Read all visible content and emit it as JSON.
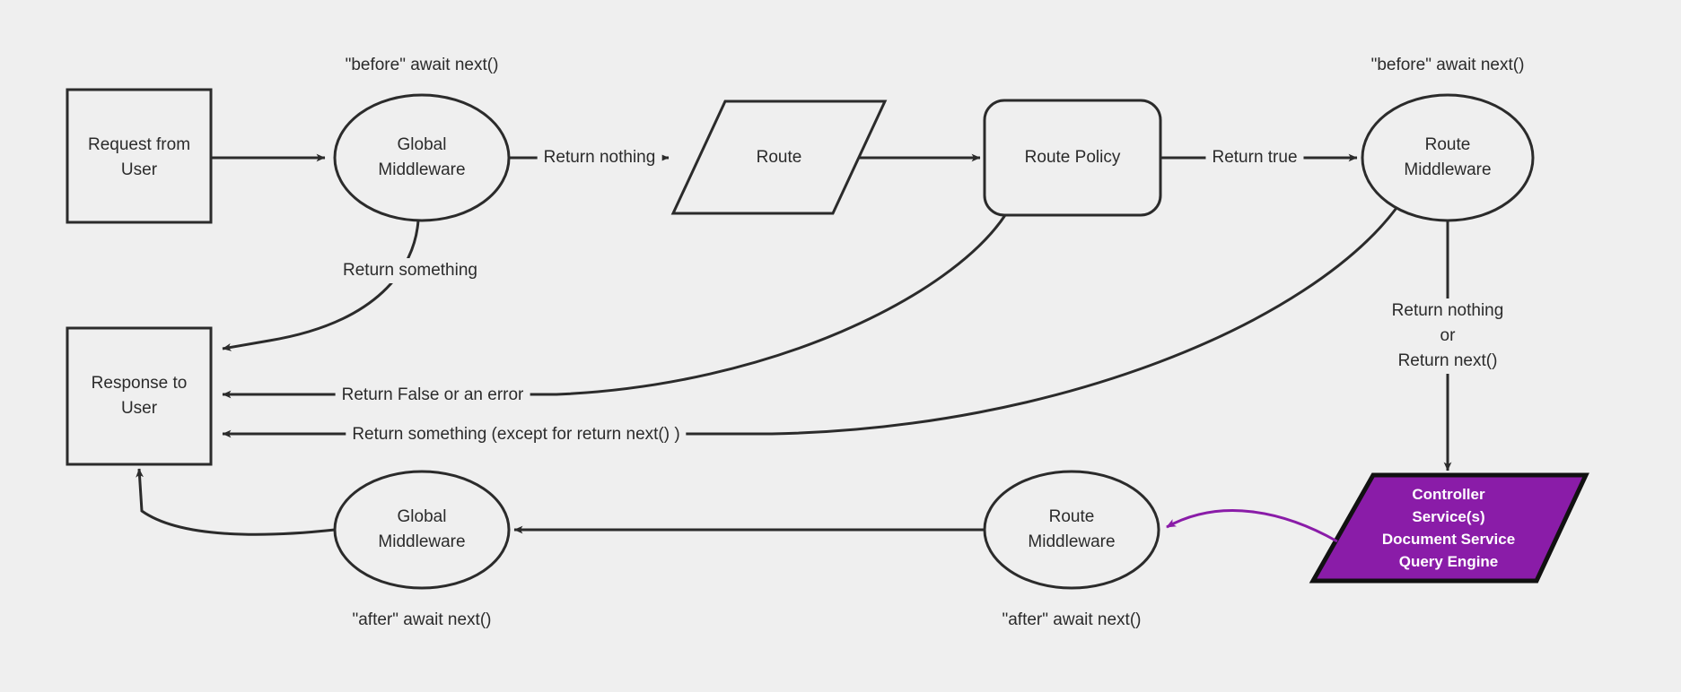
{
  "diagram": {
    "title": "Middleware request/response lifecycle flowchart",
    "background_color": "#efefef",
    "stroke_color": "#2b2b2b",
    "accent_color": "#8a1ca8",
    "accent_text_color": "#ffffff"
  },
  "nodes": {
    "request_from_user": {
      "label": "Request from\nUser",
      "shape": "rectangle"
    },
    "global_middleware_top": {
      "label": "Global\nMiddleware",
      "shape": "ellipse"
    },
    "route": {
      "label": "Route",
      "shape": "parallelogram"
    },
    "route_policy": {
      "label": "Route Policy",
      "shape": "rounded-rectangle"
    },
    "route_middleware_top": {
      "label": "Route\nMiddleware",
      "shape": "ellipse"
    },
    "controller_services": {
      "label": "Controller\nService(s)\nDocument Service\nQuery Engine",
      "shape": "parallelogram",
      "fill": "#8a1ca8"
    },
    "response_to_user": {
      "label": "Response to\nUser",
      "shape": "rectangle"
    },
    "global_middleware_bottom": {
      "label": "Global\nMiddleware",
      "shape": "ellipse"
    },
    "route_middleware_bottom": {
      "label": "Route\nMiddleware",
      "shape": "ellipse"
    }
  },
  "edge_labels": {
    "return_nothing": "Return nothing",
    "return_true": "Return true",
    "return_something": "Return something",
    "return_false_or_error": "Return False or an error",
    "return_something_except_next": "Return something (except for return next() )",
    "return_nothing_or_next": "Return nothing\nor\nReturn next()"
  },
  "notes": {
    "before_await_next_global": "\"before\" await next()",
    "before_await_next_route": "\"before\" await next()",
    "after_await_next_global": "\"after\" await next()",
    "after_await_next_route": "\"after\" await next()"
  }
}
